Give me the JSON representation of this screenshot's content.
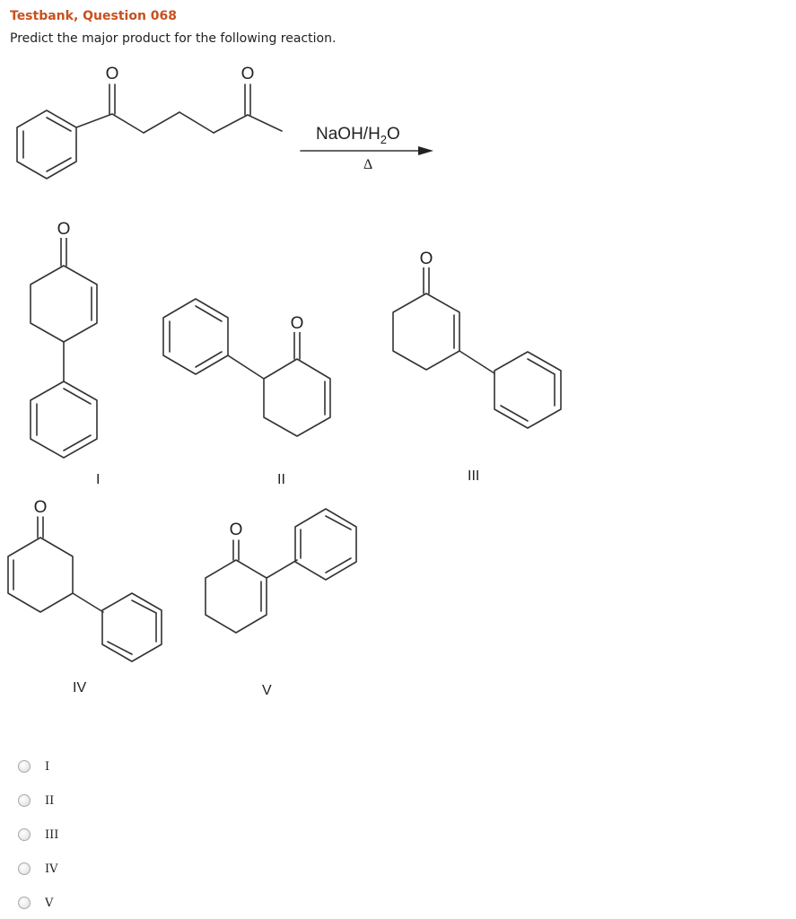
{
  "question": {
    "title": "Testbank, Question 068",
    "prompt": "Predict the major product for the following reaction."
  },
  "reaction": {
    "reagent_parts": [
      "NaOH/H",
      "2",
      "O"
    ],
    "condition": "Δ",
    "atom_label": "O"
  },
  "structures": [
    {
      "label": "I"
    },
    {
      "label": "II"
    },
    {
      "label": "III"
    },
    {
      "label": "IV"
    },
    {
      "label": "V"
    }
  ],
  "answers": [
    {
      "label": "I"
    },
    {
      "label": "II"
    },
    {
      "label": "III"
    },
    {
      "label": "IV"
    },
    {
      "label": "V"
    }
  ]
}
